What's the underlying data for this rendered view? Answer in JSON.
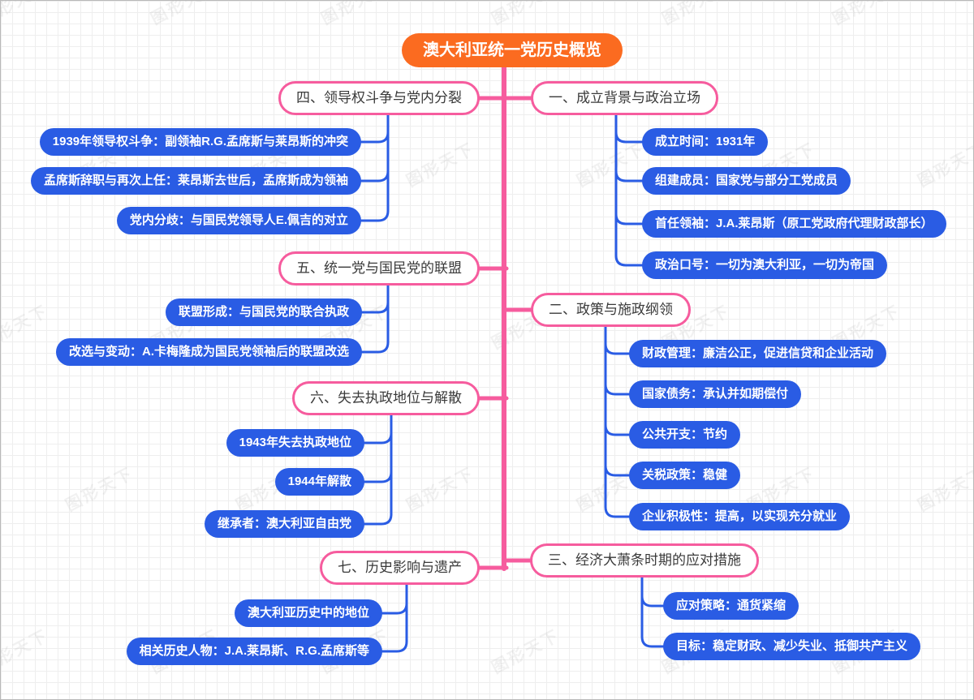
{
  "map": {
    "root": "澳大利亚统一党历史概览",
    "right": [
      {
        "label": "一、成立背景与政治立场",
        "children": [
          "成立时间：1931年",
          "组建成员：国家党与部分工党成员",
          "首任领袖：J.A.莱昂斯（原工党政府代理财政部长）",
          "政治口号：一切为澳大利亚，一切为帝国"
        ]
      },
      {
        "label": "二、政策与施政纲领",
        "children": [
          "财政管理：廉洁公正，促进信贷和企业活动",
          "国家债务：承认并如期偿付",
          "公共开支：节约",
          "关税政策：稳健",
          "企业积极性：提高，以实现充分就业"
        ]
      },
      {
        "label": "三、经济大萧条时期的应对措施",
        "children": [
          "应对策略：通货紧缩",
          "目标：稳定财政、减少失业、抵御共产主义"
        ]
      }
    ],
    "left": [
      {
        "label": "四、领导权斗争与党内分裂",
        "children": [
          "1939年领导权斗争：副领袖R.G.孟席斯与莱昂斯的冲突",
          "孟席斯辞职与再次上任：莱昂斯去世后，孟席斯成为领袖",
          "党内分歧：与国民党领导人E.佩吉的对立"
        ]
      },
      {
        "label": "五、统一党与国民党的联盟",
        "children": [
          "联盟形成：与国民党的联合执政",
          "改选与变动：A.卡梅隆成为国民党领袖后的联盟改选"
        ]
      },
      {
        "label": "六、失去执政地位与解散",
        "children": [
          "1943年失去执政地位",
          "1944年解散",
          "继承者：澳大利亚自由党"
        ]
      },
      {
        "label": "七、历史影响与遗产",
        "children": [
          "澳大利亚历史中的地位",
          "相关历史人物：J.A.莱昂斯、R.G.孟席斯等"
        ]
      }
    ]
  },
  "watermark": "图形天下",
  "colors": {
    "root_bg": "#fb6b20",
    "branch_accent": "#f65c9e",
    "child_bg": "#2a5ce4"
  }
}
